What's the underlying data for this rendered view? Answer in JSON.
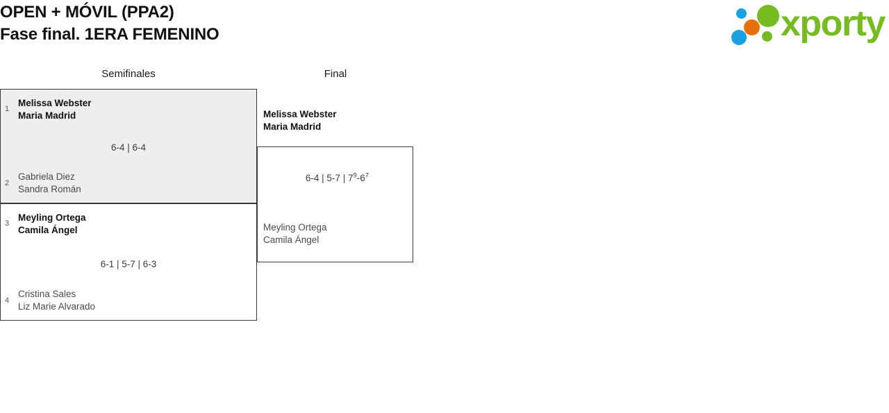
{
  "header": {
    "title_line1": "OPEN + MÓVIL (PPA2)",
    "title_line2": "Fase final. 1ERA FEMENINO",
    "logo": {
      "wordmark": "xporty",
      "dot_colors": {
        "blue": "#1ca1e0",
        "orange": "#e8700a",
        "green": "#76bc21"
      },
      "wordmark_color": "#76bc21"
    }
  },
  "rounds": [
    {
      "name": "semifinals",
      "label": "Semifinales"
    },
    {
      "name": "final",
      "label": "Final"
    }
  ],
  "bracket": {
    "semifinals": [
      {
        "score": "6-4 | 6-4",
        "top": {
          "seed": "1",
          "player1": "Melissa Webster",
          "player2": "Maria Madrid",
          "result": "winner"
        },
        "bottom": {
          "seed": "2",
          "player1": "Gabriela Diez",
          "player2": "Sandra Román",
          "result": "loser"
        }
      },
      {
        "score": "6-1 | 5-7 | 6-3",
        "top": {
          "seed": "3",
          "player1": "Meyling Ortega",
          "player2": "Camila Ángel",
          "result": "winner"
        },
        "bottom": {
          "seed": "4",
          "player1": "Cristina Sales",
          "player2": "Liz Marie Alvarado",
          "result": "loser"
        }
      }
    ],
    "final": {
      "score_part1": "6-4 | 5-7 | 7",
      "score_sup1": "9",
      "score_part2": "-6",
      "score_sup2": "7",
      "score_plain": "6-4 | 5-7 | 7⁹-6⁷",
      "top": {
        "player1": "Melissa Webster",
        "player2": "Maria Madrid",
        "result": "winner"
      },
      "bottom": {
        "player1": "Meyling Ortega",
        "player2": "Camila Ángel",
        "result": "loser"
      }
    }
  }
}
